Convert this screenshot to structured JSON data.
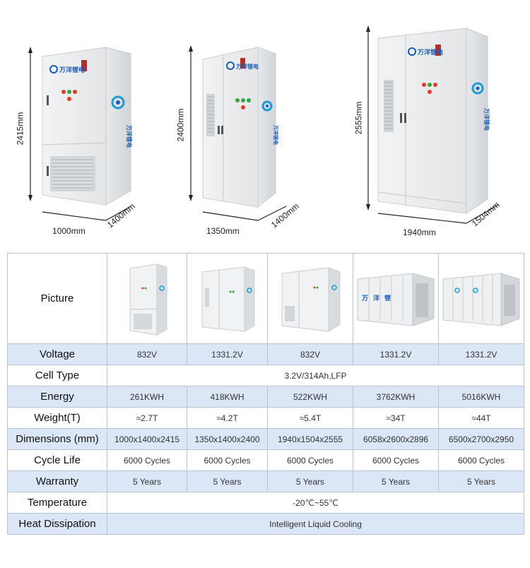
{
  "hero": {
    "brand_text": "万洋锂电",
    "cabinets": [
      {
        "height": "2415mm",
        "width": "1000mm",
        "depth": "1400mm"
      },
      {
        "height": "2400mm",
        "width": "1350mm",
        "depth": "1400mm"
      },
      {
        "height": "2555mm",
        "width": "1940mm",
        "depth": "1504mm"
      }
    ]
  },
  "table": {
    "rows": [
      {
        "key": "picture",
        "label": "Picture"
      },
      {
        "key": "voltage",
        "label": "Voltage",
        "values": [
          "832V",
          "1331.2V",
          "832V",
          "1331.2V",
          "1331.2V"
        ]
      },
      {
        "key": "cell_type",
        "label": "Cell Type",
        "merged": "3.2V/314Ah,LFP"
      },
      {
        "key": "energy",
        "label": "Energy",
        "values": [
          "261KWH",
          "418KWH",
          "522KWH",
          "3762KWH",
          "5016KWH"
        ]
      },
      {
        "key": "weight",
        "label": "Weight(T)",
        "values": [
          "≈2.7T",
          "≈4.2T",
          "≈5.4T",
          "≈34T",
          "≈44T"
        ]
      },
      {
        "key": "dimensions",
        "label": "Dimensions (mm)",
        "values": [
          "1000x1400x2415",
          "1350x1400x2400",
          "1940x1504x2555",
          "6058x2600x2896",
          "6500x2700x2950"
        ]
      },
      {
        "key": "cycle_life",
        "label": "Cycle Life",
        "values": [
          "6000 Cycles",
          "6000 Cycles",
          "6000 Cycles",
          "6000 Cycles",
          "6000 Cycles"
        ]
      },
      {
        "key": "warranty",
        "label": "Warranty",
        "values": [
          "5 Years",
          "5 Years",
          "5 Years",
          "5 Years",
          "5 Years"
        ]
      },
      {
        "key": "temperature",
        "label": "Temperature",
        "merged": "-20℃~55℃"
      },
      {
        "key": "heat",
        "label": "Heat Dissipation",
        "merged": "Intelligent Liquid Cooling"
      }
    ]
  }
}
